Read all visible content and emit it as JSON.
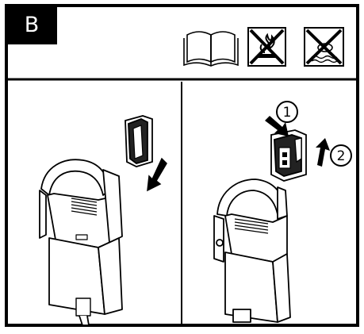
{
  "header": {
    "badge_label": "B",
    "icons": [
      {
        "name": "read-manual-icon"
      },
      {
        "name": "no-fire-icon"
      },
      {
        "name": "no-water-icon"
      }
    ]
  },
  "panels": [
    {
      "name": "insert-battery-panel",
      "arrow": "down"
    },
    {
      "name": "remove-battery-panel",
      "steps": [
        "1",
        "2"
      ]
    }
  ]
}
